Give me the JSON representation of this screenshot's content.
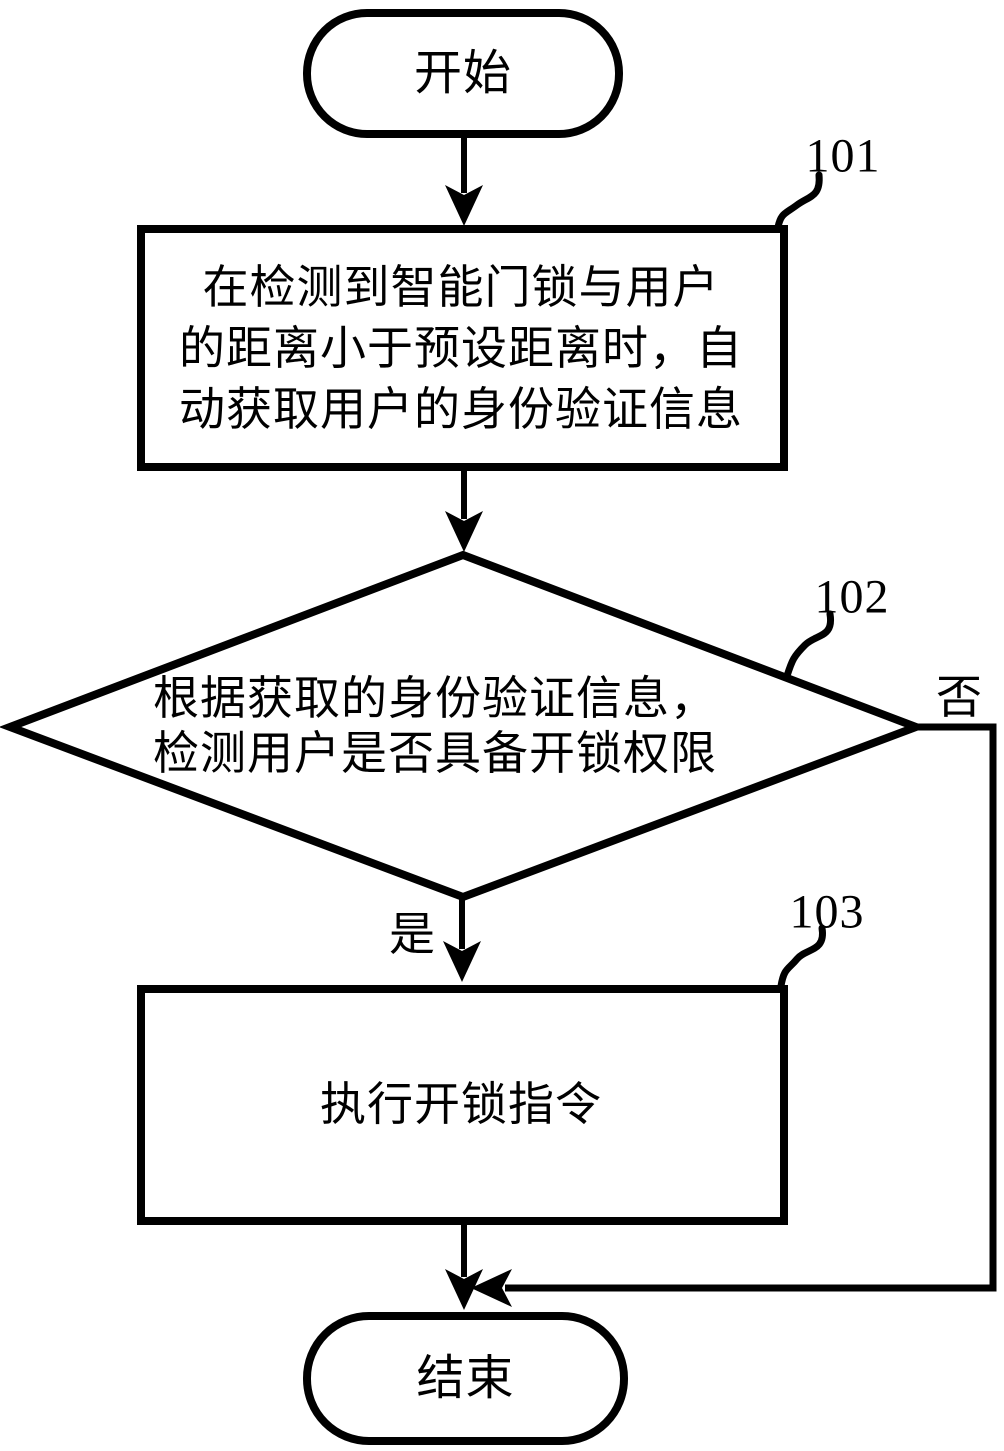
{
  "figure": {
    "background": "#ffffff",
    "line_color": "#000000"
  },
  "nodes": {
    "start": {
      "shape": "terminator",
      "label": "开始"
    },
    "step101": {
      "shape": "process",
      "ref": "101",
      "label": "在检测到智能门锁与用户\n的距离小于预设距离时，自\n动获取用户的身份验证信息"
    },
    "decision102": {
      "shape": "decision",
      "ref": "102",
      "label": "根据获取的身份验证信息，\n检测用户是否具备开锁权限"
    },
    "step103": {
      "shape": "process",
      "ref": "103",
      "label": "执行开锁指令"
    },
    "end": {
      "shape": "terminator",
      "label": "结束"
    }
  },
  "edges": {
    "yes_label": "是",
    "no_label": "否"
  }
}
